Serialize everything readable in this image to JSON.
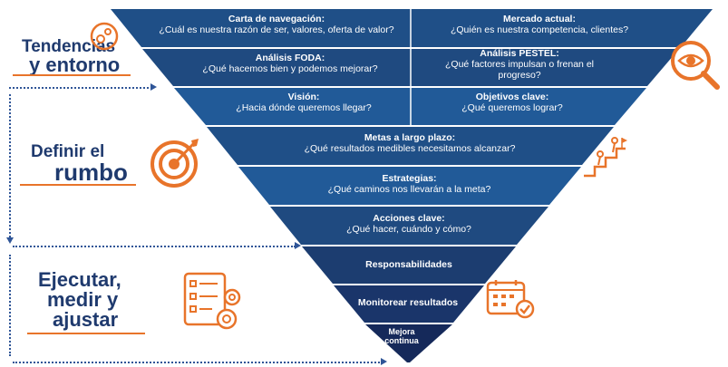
{
  "stages": [
    {
      "line1": "Tendencias",
      "line2": "y entorno",
      "icon": "gears-circle-icon"
    },
    {
      "line1": "Definir el",
      "line2": "rumbo",
      "icon": "target-arrow-icon"
    },
    {
      "line1": "Ejecutar,",
      "line2": "medir y",
      "line3": "ajustar",
      "icon": "checklist-gear-icon"
    }
  ],
  "funnel": {
    "row1": {
      "left": {
        "title": "Carta de navegación:",
        "question": "¿Cuál es nuestra razón de ser, valores, oferta de valor?"
      },
      "right": {
        "title": "Mercado actual:",
        "question": "¿Quién es nuestra competencia, clientes?"
      }
    },
    "row2": {
      "left": {
        "title": "Análisis FODA:",
        "question": "¿Qué hacemos bien y podemos mejorar?"
      },
      "right": {
        "title": "Análisis PESTEL:",
        "question": "¿Qué factores impulsan o frenan el progreso?"
      }
    },
    "row3": {
      "left": {
        "title": "Visión:",
        "question": "¿Hacia dónde queremos llegar?"
      },
      "right": {
        "title": "Objetivos clave:",
        "question": "¿Qué queremos lograr?"
      }
    },
    "row4": {
      "title": "Metas a largo plazo:",
      "question": "¿Qué resultados medibles necesitamos alcanzar?"
    },
    "row5": {
      "title": "Estrategias:",
      "question": "¿Qué caminos nos llevarán a la meta?"
    },
    "row6": {
      "title": "Acciones clave:",
      "question": "¿Qué hacer, cuándo y cómo?"
    },
    "row7": {
      "title": "Responsabilidades"
    },
    "row8": {
      "title": "Monitorear resultados"
    },
    "row9": {
      "title": "Mejora continua"
    }
  },
  "side_icons": [
    "eye-magnifier-icon",
    "climbing-steps-icon",
    "calendar-check-icon"
  ],
  "colors": {
    "band_dark": "#1f3864",
    "band_mid": "#2b5690",
    "band_light": "#2e74b5",
    "accent_orange": "#e8742a",
    "title_blue": "#1f3a6e",
    "dots": "#2f5597"
  }
}
